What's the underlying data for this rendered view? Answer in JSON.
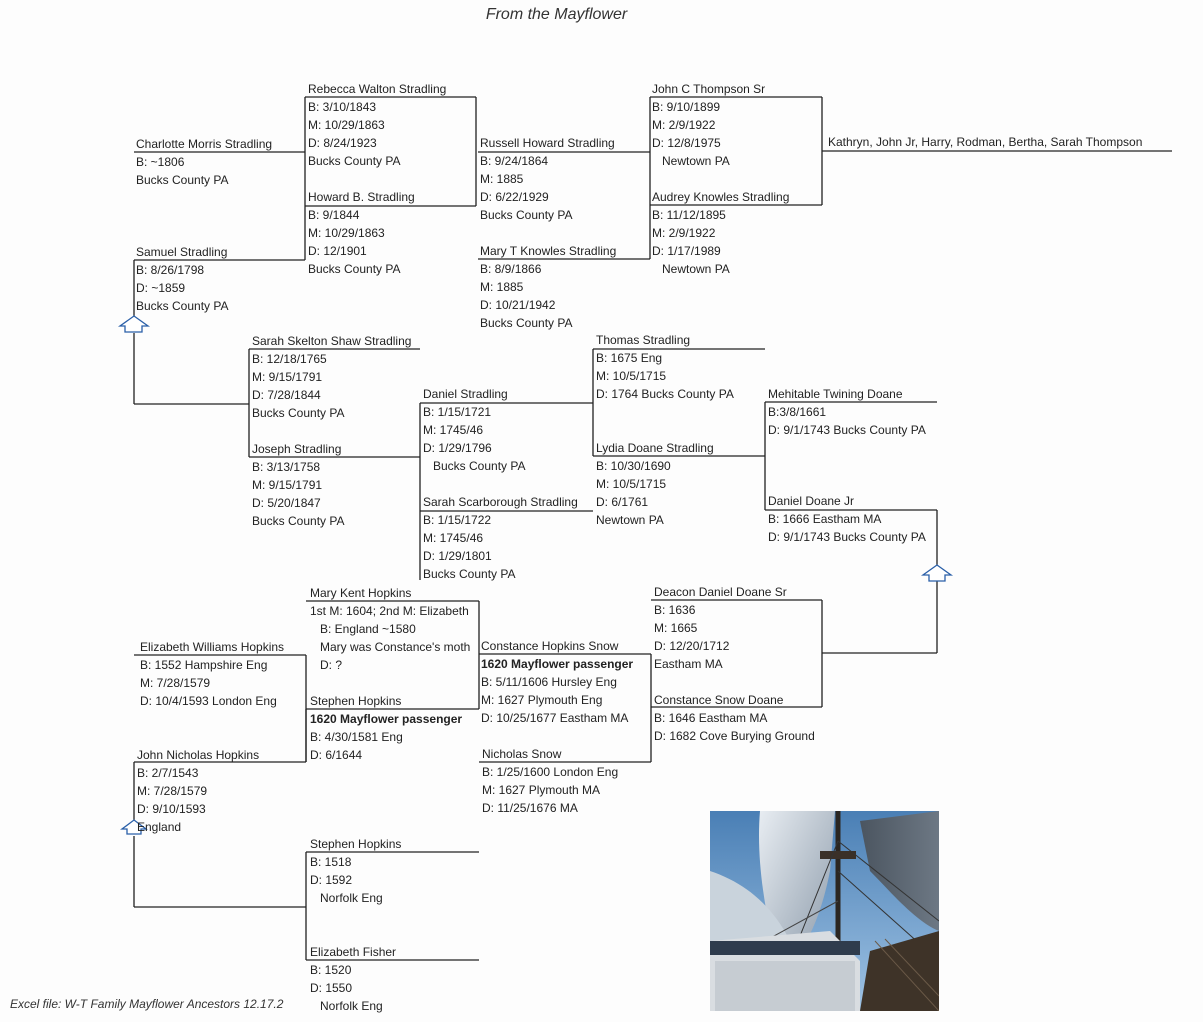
{
  "title": "From the Mayflower",
  "footer": "Excel file: W-T Family Mayflower Ancestors 12.17.2",
  "family_line": "Kathryn, John Jr, Harry, Rodman, Bertha, Sarah Thompson",
  "people": [
    {
      "id": "rebecca",
      "name": "Rebecca Walton Stradling",
      "lines": [
        "B: 3/10/1843",
        "M: 10/29/1863",
        "D: 8/24/1923",
        "Bucks County PA"
      ]
    },
    {
      "id": "john-c",
      "name": "John C Thompson Sr",
      "lines": [
        "B: 9/10/1899",
        "M: 2/9/1922",
        "D: 12/8/1975",
        "Newtown PA"
      ]
    },
    {
      "id": "charlotte",
      "name": "Charlotte Morris Stradling",
      "lines": [
        "B: ~1806",
        "Bucks County PA"
      ]
    },
    {
      "id": "russell",
      "name": "Russell Howard Stradling",
      "lines": [
        "B: 9/24/1864",
        "M: 1885",
        "D: 6/22/1929",
        "Bucks County PA"
      ]
    },
    {
      "id": "howard",
      "name": "Howard B. Stradling",
      "lines": [
        "B: 9/1844",
        "M: 10/29/1863",
        "D: 12/1901",
        "Bucks County PA"
      ]
    },
    {
      "id": "audrey",
      "name": "Audrey Knowles Stradling",
      "lines": [
        "B: 11/12/1895",
        "M: 2/9/1922",
        "D: 1/17/1989",
        "Newtown PA"
      ]
    },
    {
      "id": "samuel",
      "name": "Samuel Stradling",
      "lines": [
        "B: 8/26/1798",
        "D: ~1859",
        "Bucks County PA"
      ]
    },
    {
      "id": "mary-t",
      "name": "Mary T Knowles Stradling",
      "lines": [
        "B: 8/9/1866",
        "M: 1885",
        "D: 10/21/1942",
        "Bucks County PA"
      ]
    },
    {
      "id": "sarah-skelton",
      "name": "Sarah Skelton Shaw Stradling",
      "lines": [
        "B: 12/18/1765",
        "M: 9/15/1791",
        "D: 7/28/1844",
        "Bucks County PA"
      ]
    },
    {
      "id": "thomas",
      "name": "Thomas Stradling",
      "lines": [
        "B: 1675 Eng",
        "M: 10/5/1715",
        "D: 1764 Bucks County PA"
      ]
    },
    {
      "id": "daniel-s",
      "name": "Daniel Stradling",
      "lines": [
        "B: 1/15/1721",
        "M: 1745/46",
        "D: 1/29/1796",
        "Bucks County PA"
      ]
    },
    {
      "id": "mehitable",
      "name": "Mehitable Twining Doane",
      "lines": [
        "B:3/8/1661",
        "D: 9/1/1743 Bucks County PA"
      ]
    },
    {
      "id": "joseph",
      "name": "Joseph Stradling",
      "lines": [
        "B: 3/13/1758",
        "M: 9/15/1791",
        "D: 5/20/1847",
        "Bucks County PA"
      ]
    },
    {
      "id": "lydia",
      "name": "Lydia Doane Stradling",
      "lines": [
        "B: 10/30/1690",
        "M: 10/5/1715",
        "D: 6/1761",
        "Newtown PA"
      ]
    },
    {
      "id": "sarah-scar",
      "name": "Sarah Scarborough Stradling",
      "lines": [
        "B: 1/15/1722",
        "M: 1745/46",
        "D: 1/29/1801",
        "Bucks County PA"
      ]
    },
    {
      "id": "daniel-doane-jr",
      "name": "Daniel Doane Jr",
      "lines": [
        "B: 1666 Eastham MA",
        "D: 9/1/1743 Bucks County PA"
      ]
    },
    {
      "id": "mary-kent",
      "name": "Mary Kent Hopkins",
      "lines": [
        "1st M: 1604; 2nd M: Elizabeth",
        "B: England ~1580",
        "Mary was Constance's moth",
        "D: ?"
      ]
    },
    {
      "id": "deacon",
      "name": "Deacon Daniel Doane Sr",
      "lines": [
        "B: 1636",
        "M: 1665",
        "D: 12/20/1712",
        "Eastham MA"
      ]
    },
    {
      "id": "elizabeth-w",
      "name": "Elizabeth Williams Hopkins",
      "lines": [
        "B: 1552 Hampshire Eng",
        "M: 7/28/1579",
        "D: 10/4/1593 London Eng"
      ]
    },
    {
      "id": "constance-h",
      "name": "Constance Hopkins Snow",
      "lines": [
        "1620 Mayflower passenger",
        "B: 5/11/1606 Hursley Eng",
        "M: 1627 Plymouth Eng",
        "D: 10/25/1677 Eastham MA"
      ]
    },
    {
      "id": "stephen-1581",
      "name": "Stephen Hopkins",
      "lines": [
        "1620 Mayflower passenger",
        "B: 4/30/1581 Eng",
        "D: 6/1644"
      ]
    },
    {
      "id": "constance-snow",
      "name": "Constance Snow Doane",
      "lines": [
        "B: 1646 Eastham MA",
        "D: 1682 Cove Burying Ground"
      ]
    },
    {
      "id": "john-n",
      "name": "John Nicholas Hopkins",
      "lines": [
        "B: 2/7/1543",
        "M: 7/28/1579",
        "D: 9/10/1593",
        "England"
      ]
    },
    {
      "id": "nicholas",
      "name": "Nicholas Snow",
      "lines": [
        "B: 1/25/1600 London Eng",
        "M: 1627 Plymouth MA",
        "D: 11/25/1676 MA"
      ]
    },
    {
      "id": "stephen-1518",
      "name": "Stephen Hopkins",
      "lines": [
        "B: 1518",
        "D: 1592",
        "Norfolk Eng"
      ]
    },
    {
      "id": "elizabeth-f",
      "name": "Elizabeth Fisher",
      "lines": [
        "B: 1520",
        "D: 1550",
        "Norfolk Eng"
      ]
    }
  ]
}
